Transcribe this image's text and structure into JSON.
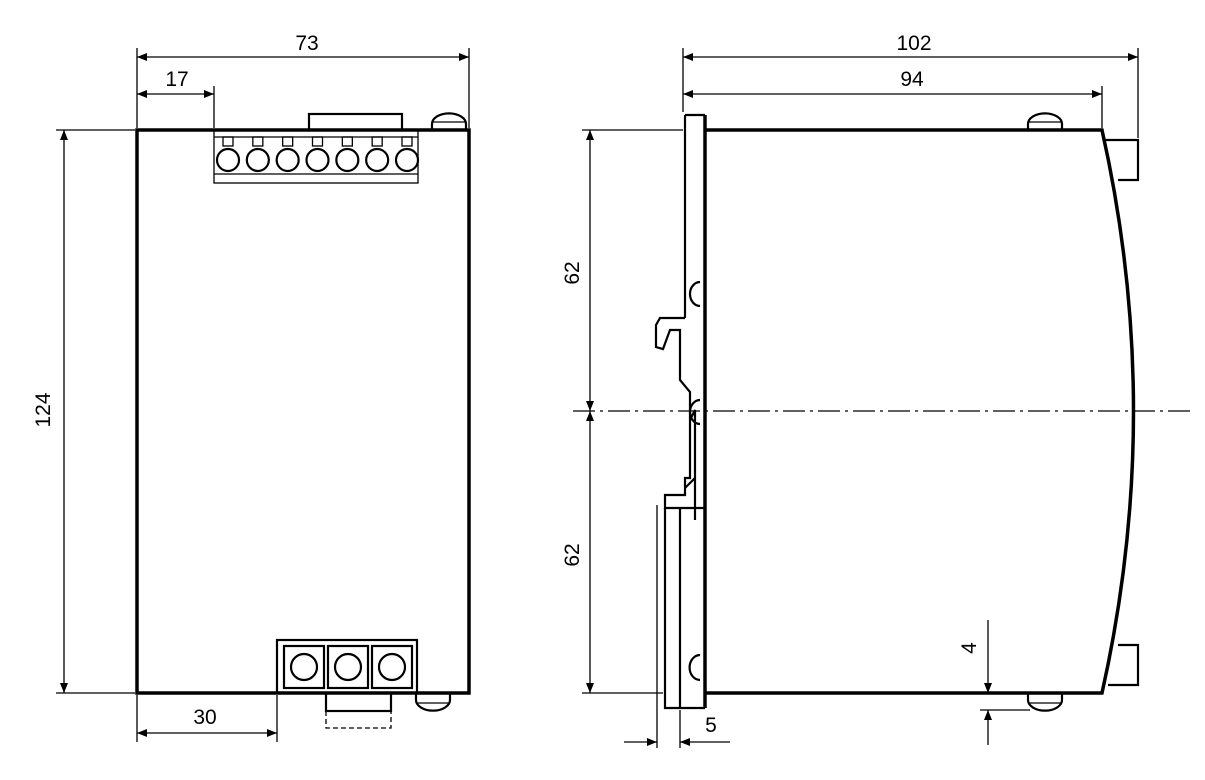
{
  "title": "Dimensional drawing – front and side view",
  "colors": {
    "line": "#000000",
    "background": "#ffffff"
  },
  "front_view": {
    "width_total": "73",
    "terminal_offset": "17",
    "height_total": "124",
    "bottom_terminal_offset": "30",
    "top_terminal_count": 7,
    "bottom_terminal_count": 3
  },
  "side_view": {
    "depth_total": "102",
    "depth_body": "94",
    "upper_half": "62",
    "lower_half": "62",
    "screw_offset": "4",
    "rail_offset": "5"
  }
}
